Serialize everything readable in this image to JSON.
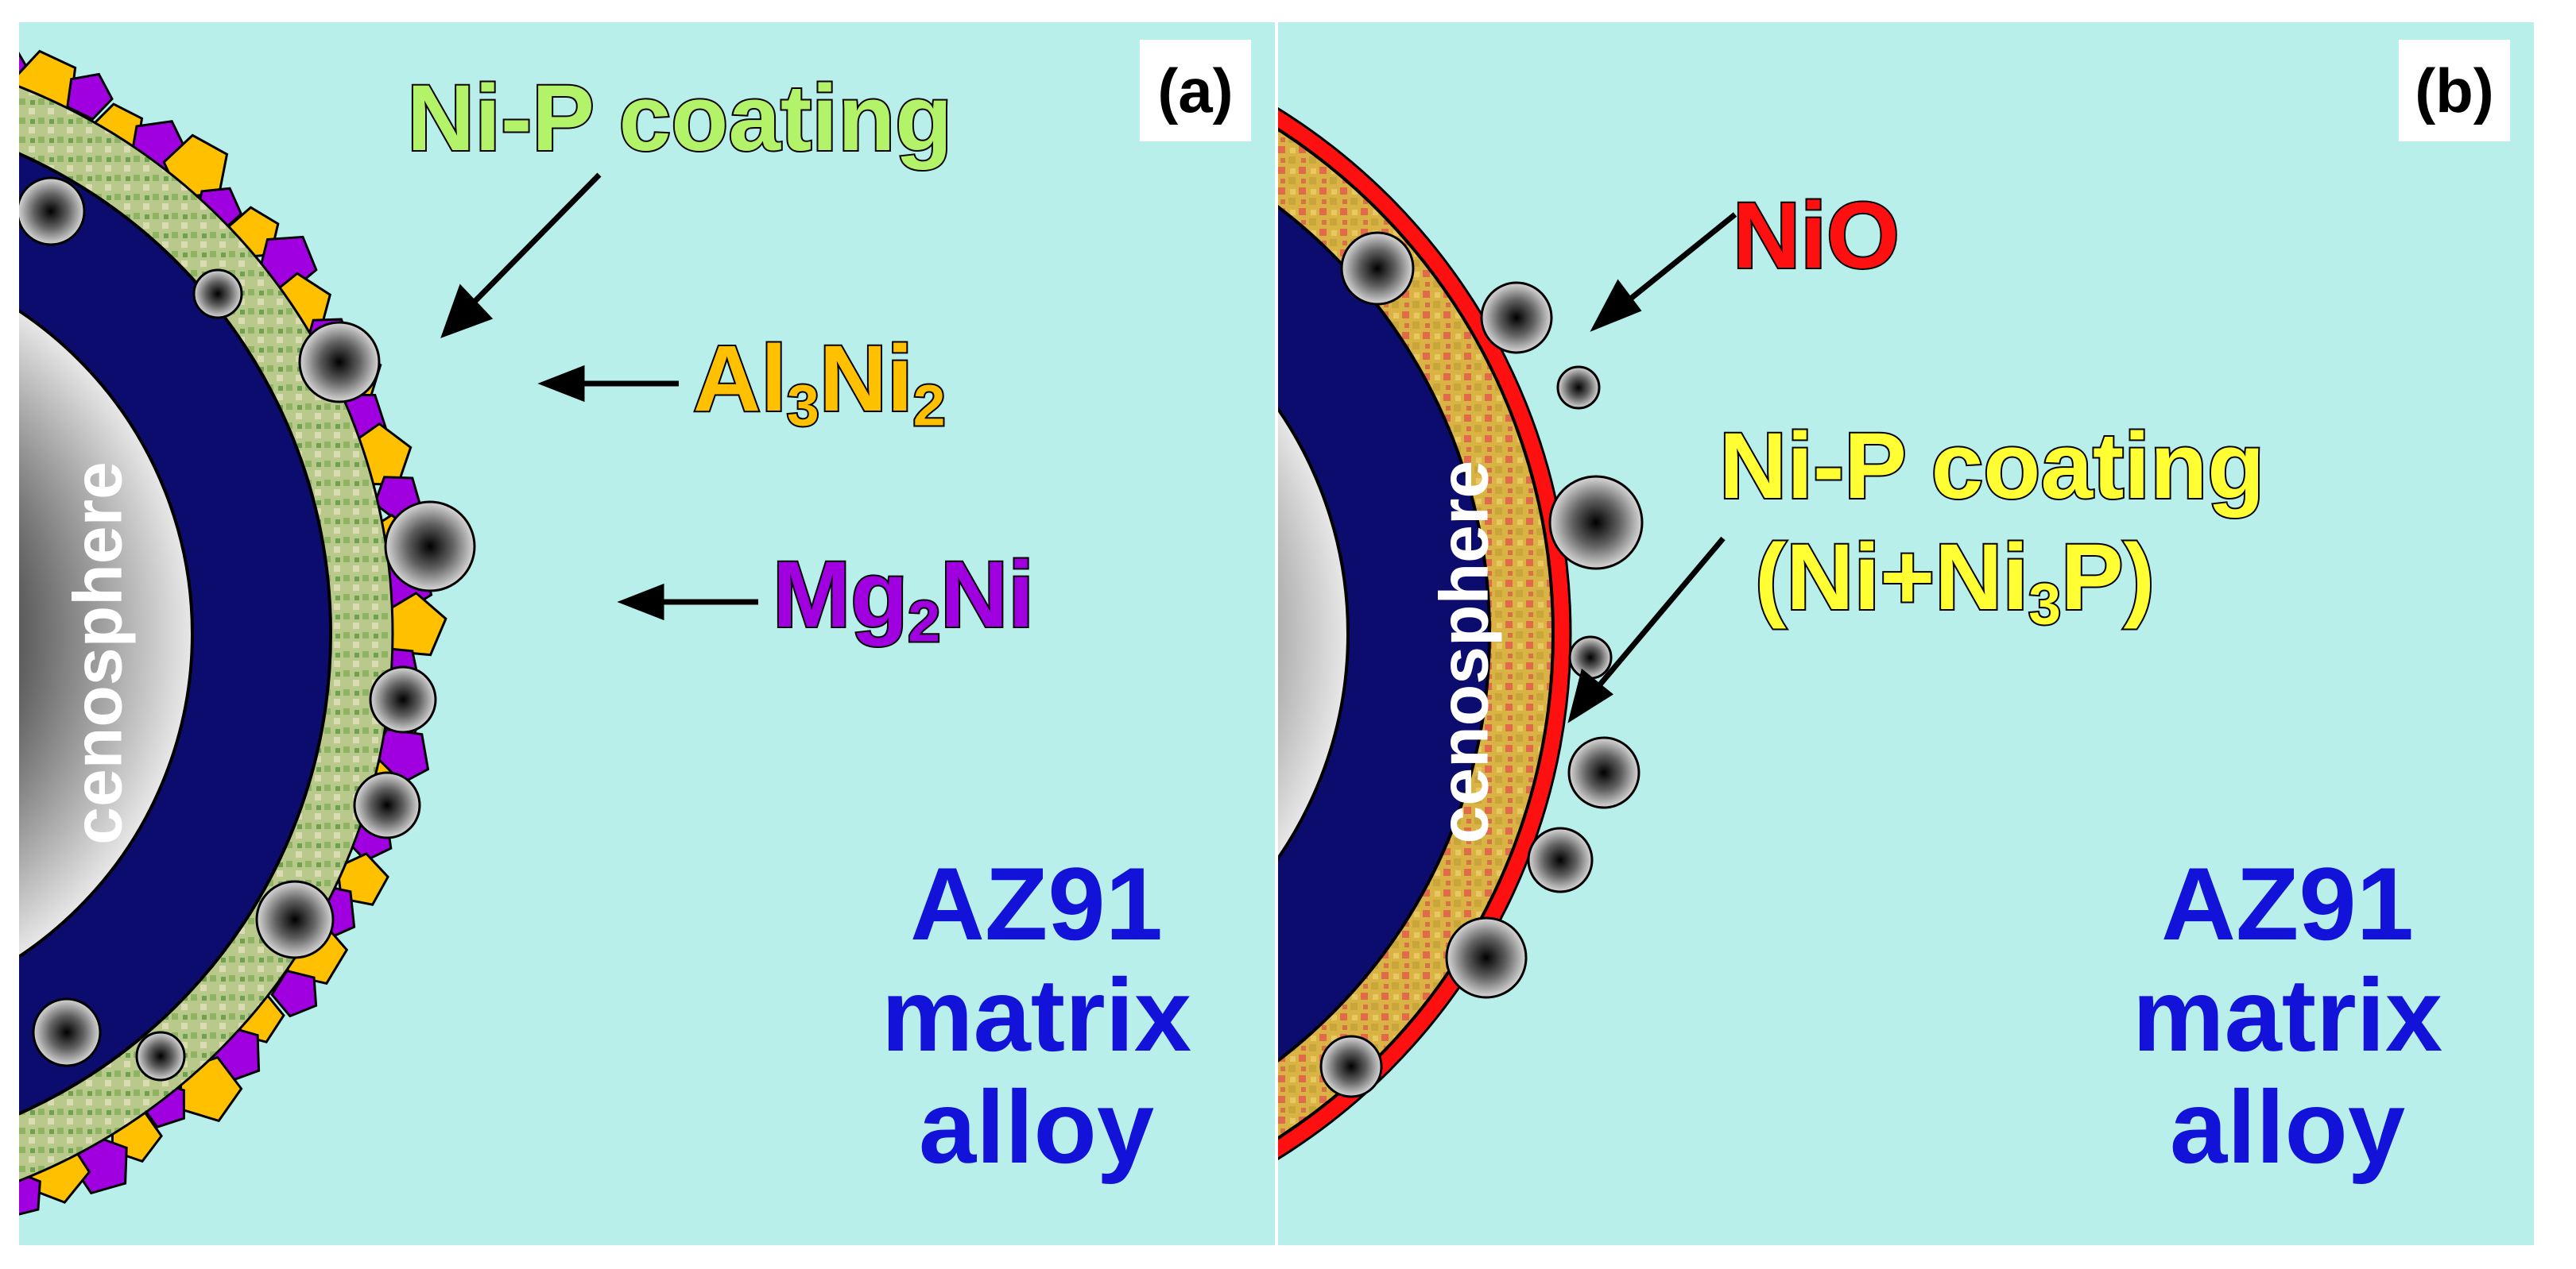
{
  "panel_a": {
    "label": "(a)",
    "coating_label": "Ni-P coating",
    "al3ni2": {
      "base1": "Al",
      "sub1": "3",
      "base2": "Ni",
      "sub2": "2"
    },
    "mg2ni": {
      "base1": "Mg",
      "sub1": "2",
      "base2": "Ni"
    },
    "cenosphere_label": "cenosphere",
    "matrix_lines": [
      "AZ91",
      "matrix",
      "alloy"
    ]
  },
  "panel_b": {
    "label": "(b)",
    "nio_label": "NiO",
    "coating_label": "Ni-P coating",
    "coating_composition": {
      "open": "(Ni+Ni",
      "sub": "3",
      "close": "P)"
    },
    "cenosphere_label": "cenosphere",
    "matrix_lines": [
      "AZ91",
      "matrix",
      "alloy"
    ]
  },
  "colors": {
    "background": "#b8efea",
    "shell": "#0c0c6e",
    "coating_a": "#b8c98a",
    "coating_b": "#d8b040",
    "nio_ring": "#ff1010",
    "al3ni2": "#ffc000",
    "mg2ni": "#a000e0",
    "ni_p_label_a": "#b3f36a",
    "ni_p_label_b": "#ffff33",
    "matrix_text": "#1212d9"
  }
}
